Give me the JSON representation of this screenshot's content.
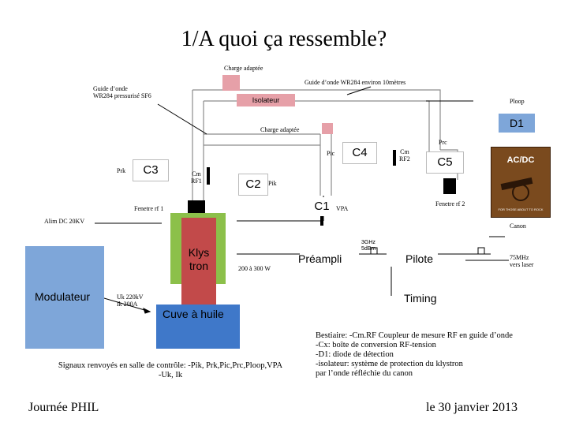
{
  "title": "1/A quoi ça ressemble?",
  "labels": {
    "charge_adaptee_top": "Charge adaptée",
    "guide_onde_sf6": "Guide d’onde\nWR284 pressurisé SF6",
    "guide_onde_10m": "Guide d’onde WR284 environ 10mètres",
    "isolateur": "Isolateur",
    "ploop": "Ploop",
    "d1": "D1",
    "charge_adaptee_mid": "Charge adaptée",
    "prc": "Prc",
    "pic": "Pic",
    "c4": "C4",
    "cm_rf2": "Cm\nRF2",
    "c5": "C5",
    "prk": "Prk",
    "c3": "C3",
    "cm_rf1": "Cm\nRF1",
    "c2": "C2",
    "pik": "Pik",
    "fenetre_rf1": "Fenetre rf 1",
    "c1": "C1",
    "vpa": "VPA",
    "fenetre_rf2": "Fenetre rf 2",
    "alim": "Alim DC 20KV",
    "canon": "Canon",
    "klystron": "Klys\ntron",
    "power": "200 à 300 W",
    "preampli": "Préampli",
    "freq": "3GHz\n5dBm",
    "pilote": "Pilote",
    "laser": "75MHz\nvers laser",
    "modulateur": "Modulateur",
    "uk_ik": "Uk 220kV\nIk 200A",
    "cuve": "Cuve à huile",
    "timing": "Timing",
    "signaux": "Signaux renvoyés en salle de contrôle: -Pik, Prk,Pic,Prc,Ploop,VPA\n-Uk, Ik",
    "bestiaire": "Bestiaire: -Cm.RF Coupleur de mesure RF en guide d’onde\n-Cx: boîte de conversion RF-tension\n-D1: diode de détection\n-isolateur: système de protection du klystron\npar l’onde réfléchie du canon",
    "footer_left": "Journée PHIL",
    "footer_right": "le 30 janvier 2013",
    "acdc_logo": "AC/DC",
    "acdc_caption": "FOR THOSE ABOUT TO ROCK"
  },
  "colors": {
    "guide": "#8c8c8c",
    "pink": "#e6a0a8",
    "blue_box": "#7ea6d9",
    "cuve_blue": "#3f78c9",
    "green_box": "#8cc04a",
    "klystron_red": "#c24a4a",
    "c_box_fill": "#ffffff",
    "photo_bg": "#7a4a1e",
    "black": "#000000"
  }
}
